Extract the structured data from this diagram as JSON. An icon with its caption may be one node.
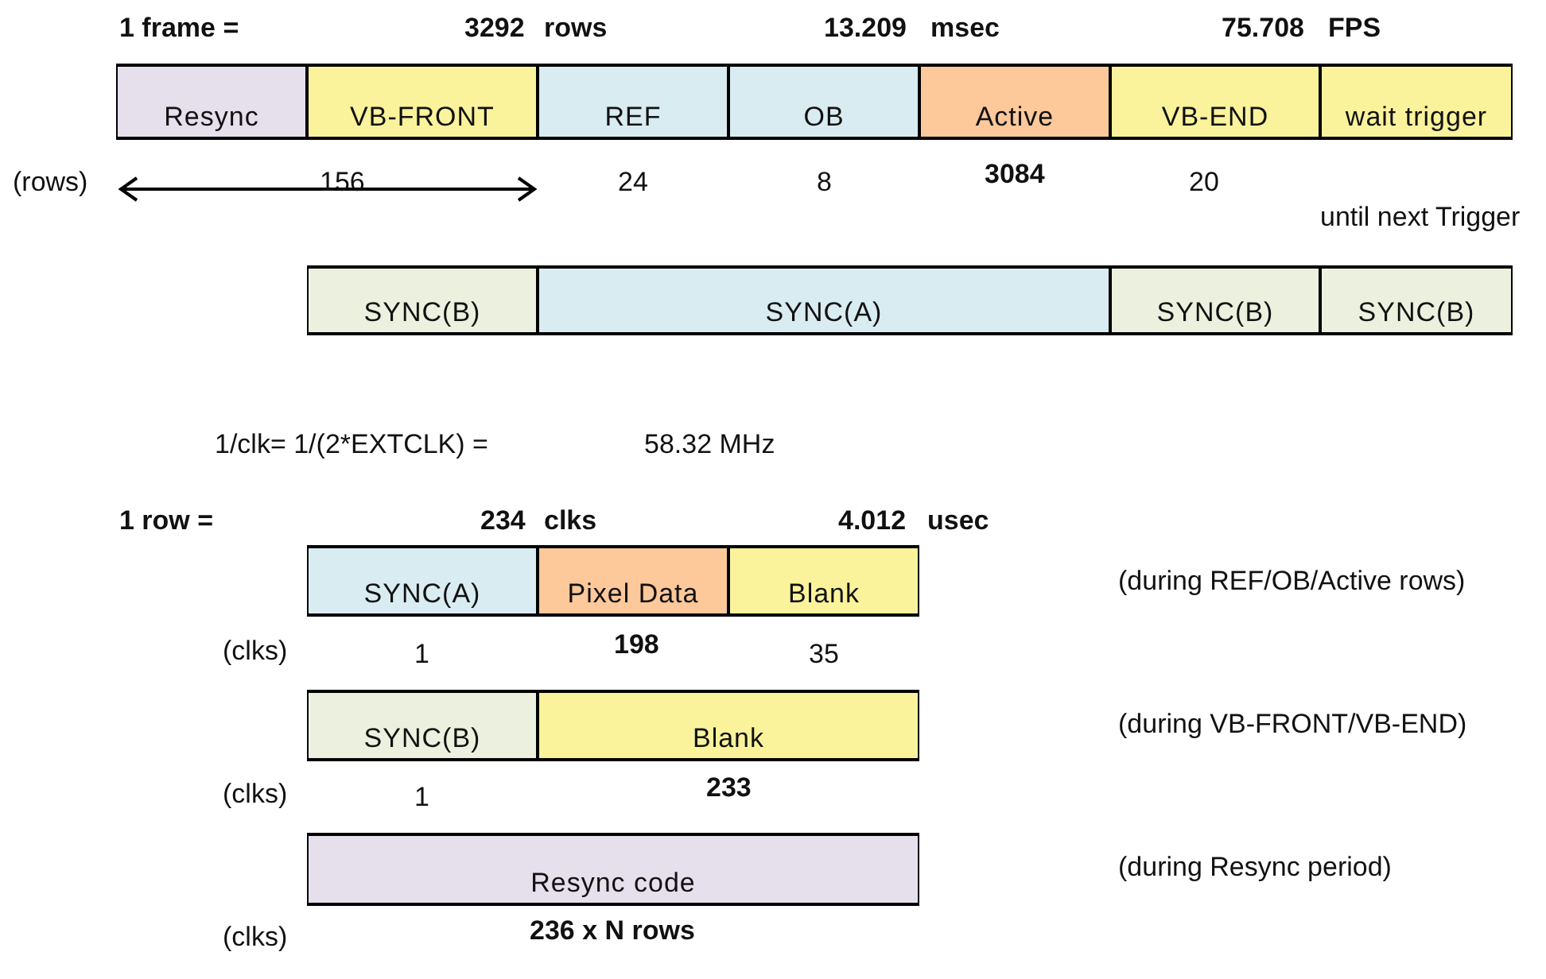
{
  "diagram": {
    "nodes": [
      {
        "text": [
          "Resync"
        ]
      },
      {
        "text": [
          "VB-FRONT"
        ]
      },
      {
        "text": [
          "REF"
        ]
      },
      {
        "text": [
          "OB"
        ]
      },
      {
        "text": [
          "Active"
        ]
      },
      {
        "text": [
          "VB-END"
        ]
      },
      {
        "text": [
          "wait trigger"
        ]
      },
      {
        "text": [
          "SYNC(B)"
        ]
      },
      {
        "text": [
          "SYNC(A)"
        ]
      },
      {
        "text": [
          "SYNC(B)"
        ]
      },
      {
        "text": [
          "SYNC(B)"
        ]
      },
      {
        "text": [
          "SYNC(A)"
        ]
      },
      {
        "text": [
          "Pixel Data"
        ]
      },
      {
        "text": [
          "Blank"
        ]
      },
      {
        "text": [
          "SYNC(B)"
        ]
      },
      {
        "text": [
          "Blank"
        ]
      },
      {
        "text": [
          "Resync code"
        ]
      }
    ],
    "labels": [
      "1 frame =",
      "3292",
      "rows",
      "13.209",
      "msec",
      "75.708",
      "FPS",
      "(rows)",
      "156",
      "24",
      "8",
      "3084",
      "20",
      "until next Trigger",
      "1/clk= 1/(2*EXTCLK) =",
      "58.32 MHz",
      "1 row =",
      "234",
      "clks",
      "4.012",
      "usec",
      "(during REF/OB/Active rows)",
      "(clks)",
      "1",
      "198",
      "35",
      "(during VB-FRONT/VB-END)",
      "(clks)",
      "1",
      "233",
      "(during Resync period)",
      "(clks)",
      "236 x N rows"
    ]
  }
}
